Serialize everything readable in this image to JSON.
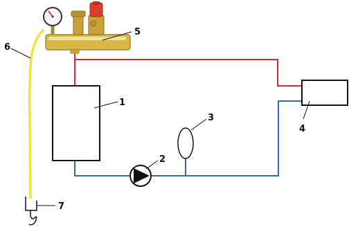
{
  "diagram": {
    "labels": {
      "boiler": "1",
      "pump": "2",
      "expansion_tank": "3",
      "radiator": "4",
      "safety_group": "5",
      "fill_hose": "6",
      "water_tap": "7"
    },
    "colors": {
      "supply_pipe": "#e0262b",
      "return_pipe": "#2f6fb0",
      "hose": "#f2e23a",
      "outline": "#111111",
      "manifold": "#d8b947",
      "manifold_dark": "#a9892a",
      "valve_red": "#d8402e",
      "brass": "#c9a23a"
    },
    "components": {
      "boiler_icon": "rectangle",
      "pump_icon": "circle-triangle",
      "expansion_tank_icon": "ellipse",
      "radiator_icon": "rectangle",
      "safety_group_icons": [
        "pressure-gauge",
        "air-vent",
        "safety-valve"
      ]
    }
  }
}
